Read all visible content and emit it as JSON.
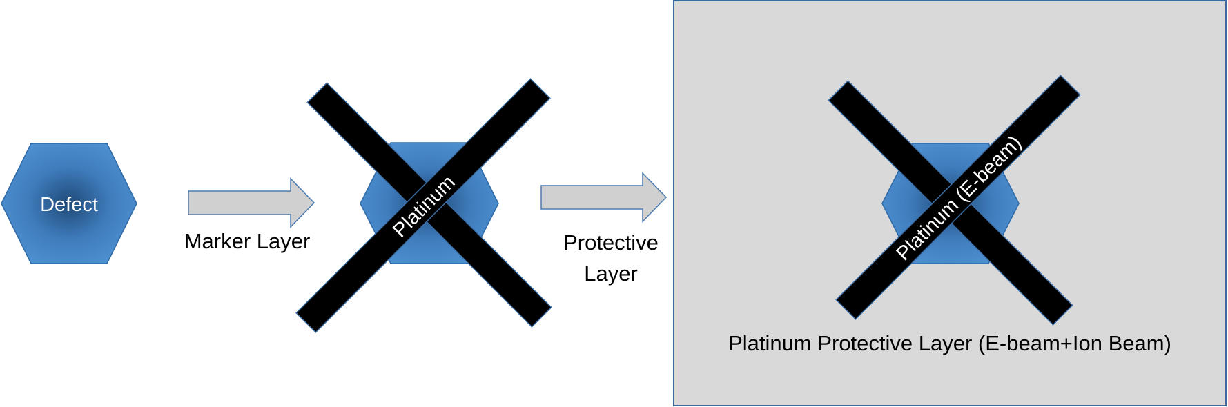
{
  "defect_label": "Defect",
  "arrow1_label": "Marker Layer",
  "marker_label": "Platinum",
  "arrow2_label_line1": "Protective",
  "arrow2_label_line2": "Layer",
  "protective_label": "Platinum (E-beam)",
  "panel_caption": "Platinum Protective Layer (E-beam+Ion Beam)",
  "colors": {
    "hex_center": "#1f4a78",
    "hex_mid": "#3f7cbc",
    "hex_edge": "#4d8fd0",
    "hex_stroke": "#2f6aa6",
    "arrow_fill": "#d0d0d0",
    "arrow_stroke": "#4a7ab0",
    "bar_fill": "#000000",
    "bar_stroke": "#3d6fa8",
    "panel_fill": "#d9d9d9",
    "panel_stroke": "#3a6a9e",
    "text_dark": "#000000",
    "text_light": "#ffffff"
  }
}
